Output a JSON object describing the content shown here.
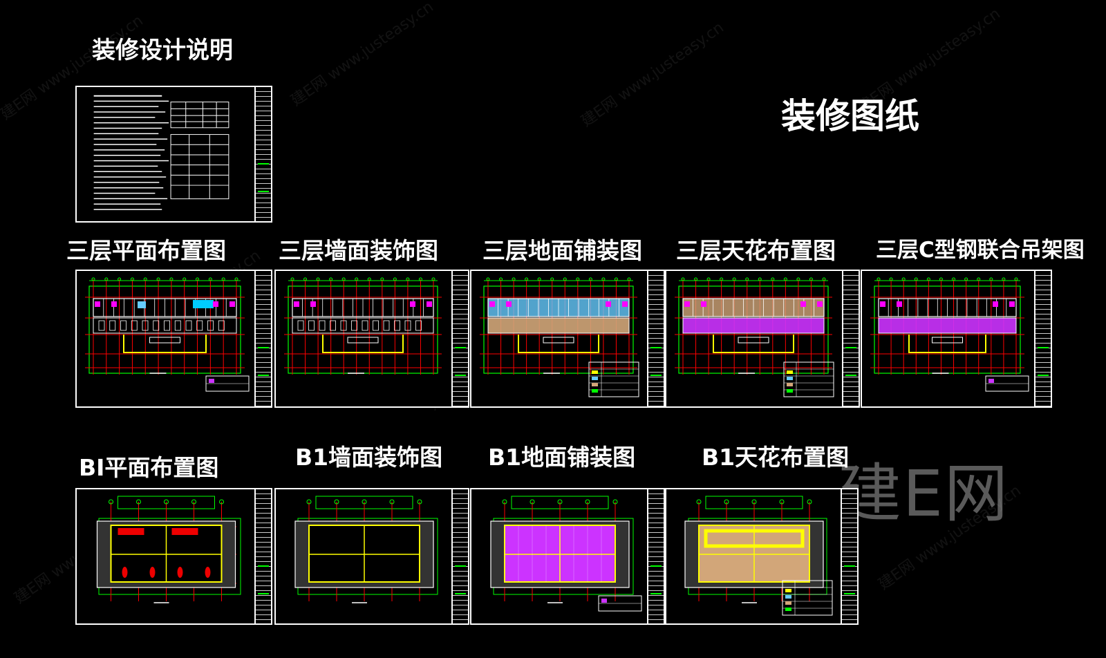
{
  "main_title": "装修图纸",
  "notes_title": "装修设计说明",
  "floor3_labels": [
    "三层平面布置图",
    "三层墙面装饰图",
    "三层地面铺装图",
    "三层天花布置图",
    "三层C型钢联合吊架图"
  ],
  "b1_labels": [
    "BI平面布置图",
    "B1墙面装饰图",
    "B1地面铺装图",
    "B1天花布置图"
  ],
  "watermark": {
    "logo": "建E网",
    "text": "建E网 www.justeasy.cn"
  },
  "colors": {
    "background": "#000000",
    "grid_green": "#00ff00",
    "axis_red": "#ff0000",
    "wall_yellow": "#ffff00",
    "floor_magenta": "#cc33ff",
    "tile_cyan": "#66ccff",
    "tile_tan": "#d2a679",
    "frame_white": "#ffffff"
  },
  "icons": [
    "drawing-sheet-icon"
  ]
}
